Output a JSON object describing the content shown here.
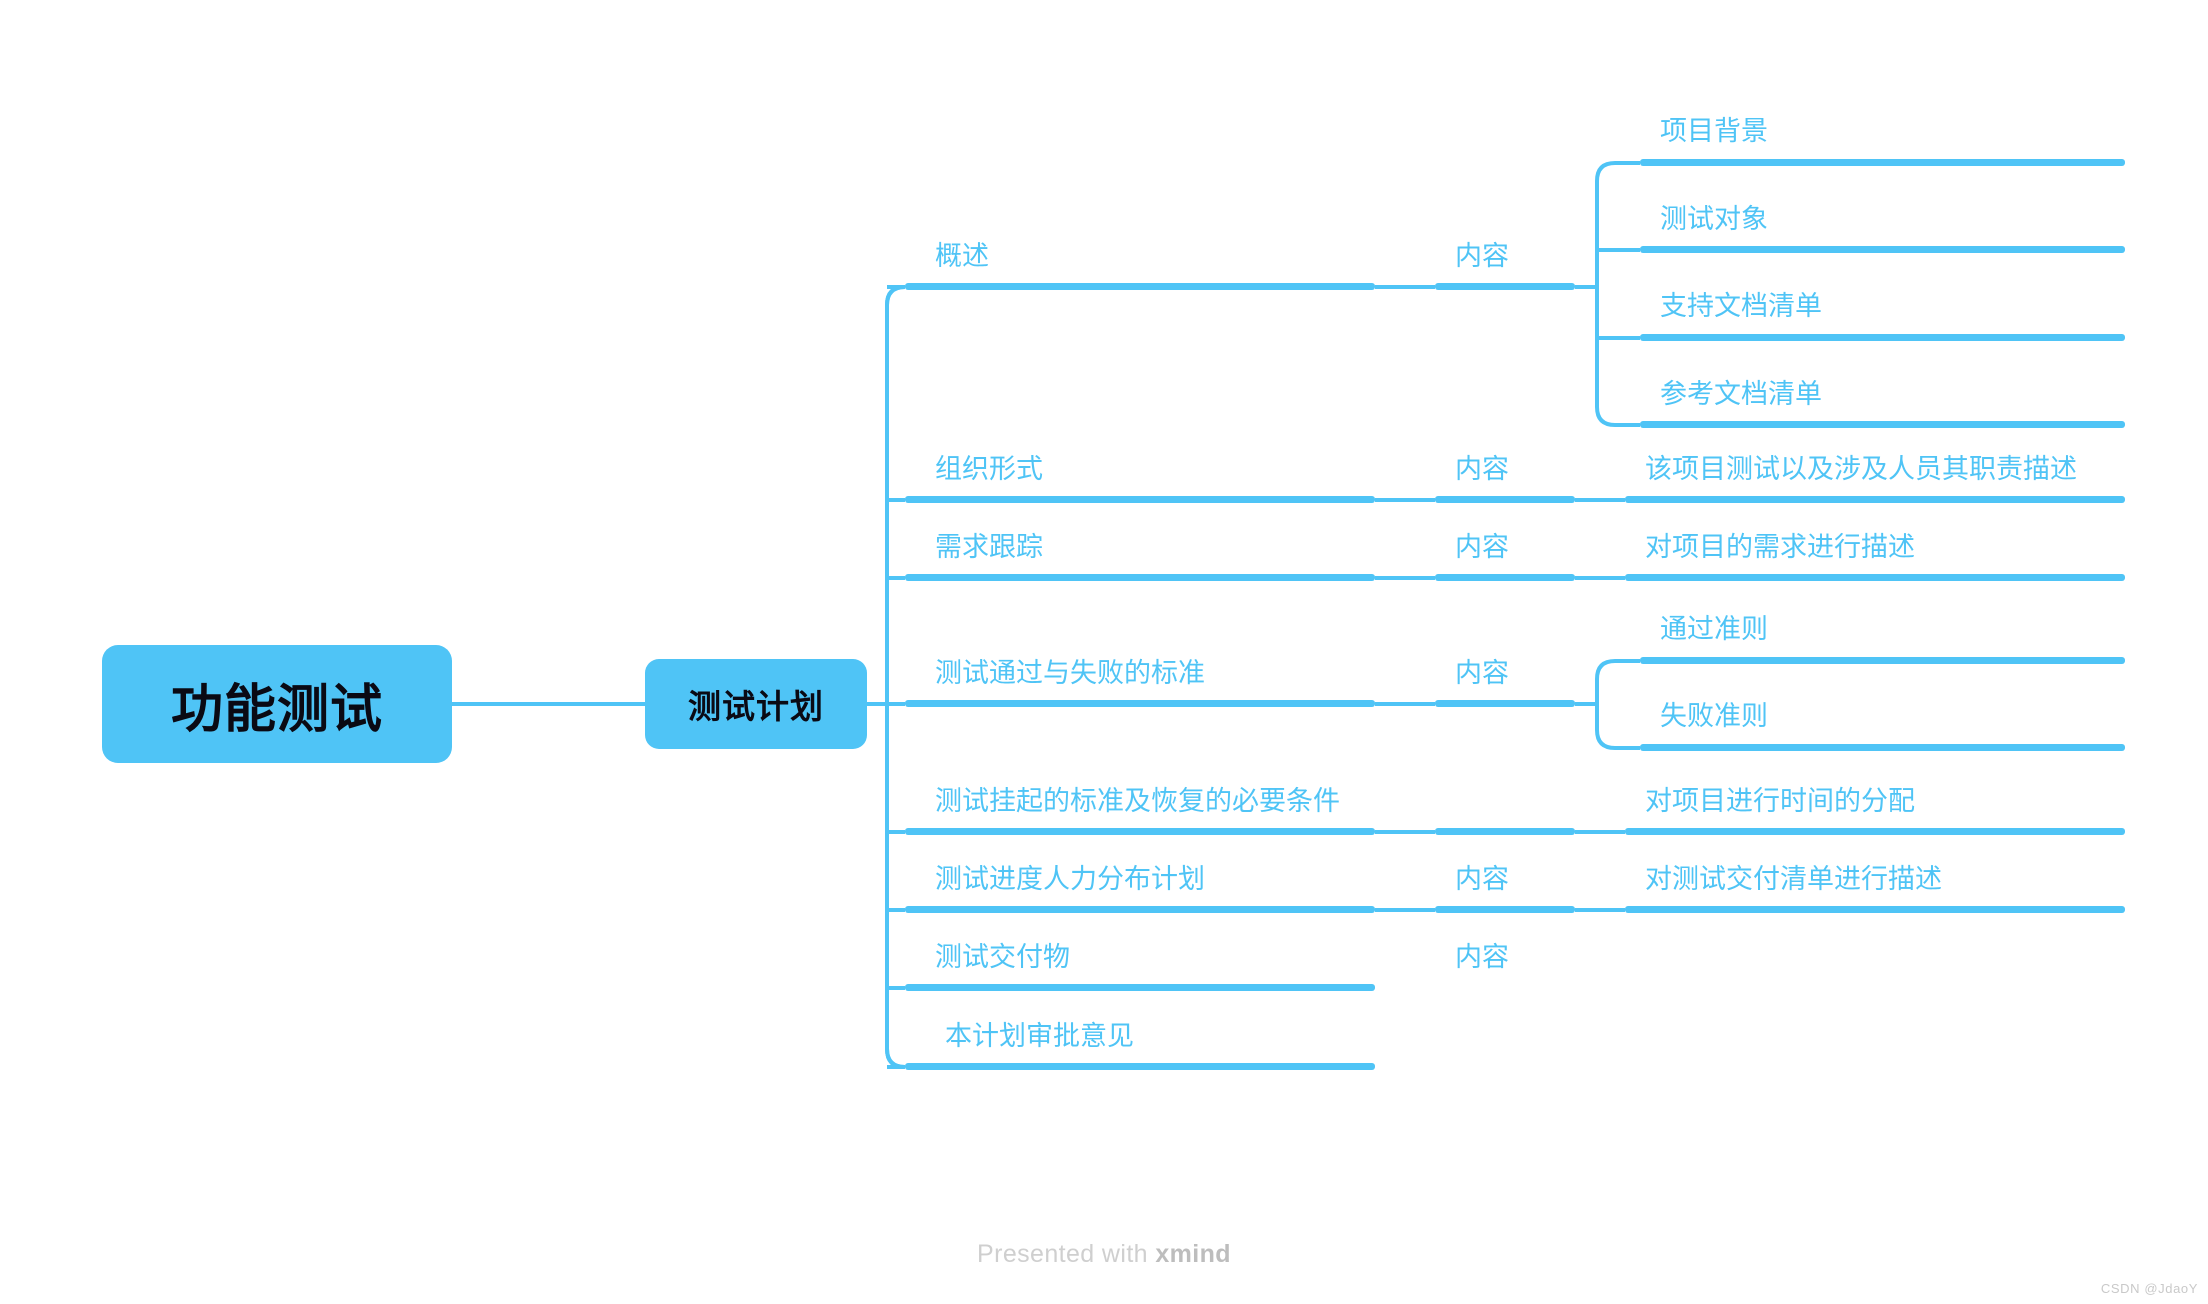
{
  "theme": {
    "accent": "#4FC4F6",
    "node_fill": "#4FC4F6",
    "node_text": "#0a0a14",
    "label_text": "#4FC4F6",
    "background": "#ffffff",
    "watermark_color": "#cfcfcf"
  },
  "mindmap": {
    "root": {
      "label": "功能测试"
    },
    "main_branch": {
      "label": "测试计划"
    },
    "topics": [
      {
        "label": "概述",
        "content_label": "内容",
        "leaves": [
          "项目背景",
          "测试对象",
          "支持文档清单",
          "参考文档清单"
        ]
      },
      {
        "label": "组织形式",
        "content_label": "内容",
        "leaves": [
          "该项目测试以及涉及人员其职责描述"
        ]
      },
      {
        "label": "需求跟踪",
        "content_label": "内容",
        "leaves": [
          "对项目的需求进行描述"
        ]
      },
      {
        "label": "测试通过与失败的标准",
        "content_label": "内容",
        "leaves": [
          "通过准则",
          "失败准则"
        ]
      },
      {
        "label": "测试挂起的标准及恢复的必要条件",
        "content_label": "",
        "leaves": []
      },
      {
        "label": "测试进度人力分布计划",
        "content_label": "内容",
        "leaves": [
          "对项目进行时间的分配"
        ]
      },
      {
        "label": "测试交付物",
        "content_label": "内容",
        "leaves": [
          "对测试交付清单进行描述"
        ]
      },
      {
        "label": "本计划审批意见",
        "content_label": "",
        "leaves": []
      }
    ]
  },
  "footer": {
    "presented_prefix": "Presented with ",
    "brand": "xmind",
    "watermark": "CSDN @JdaoY"
  }
}
